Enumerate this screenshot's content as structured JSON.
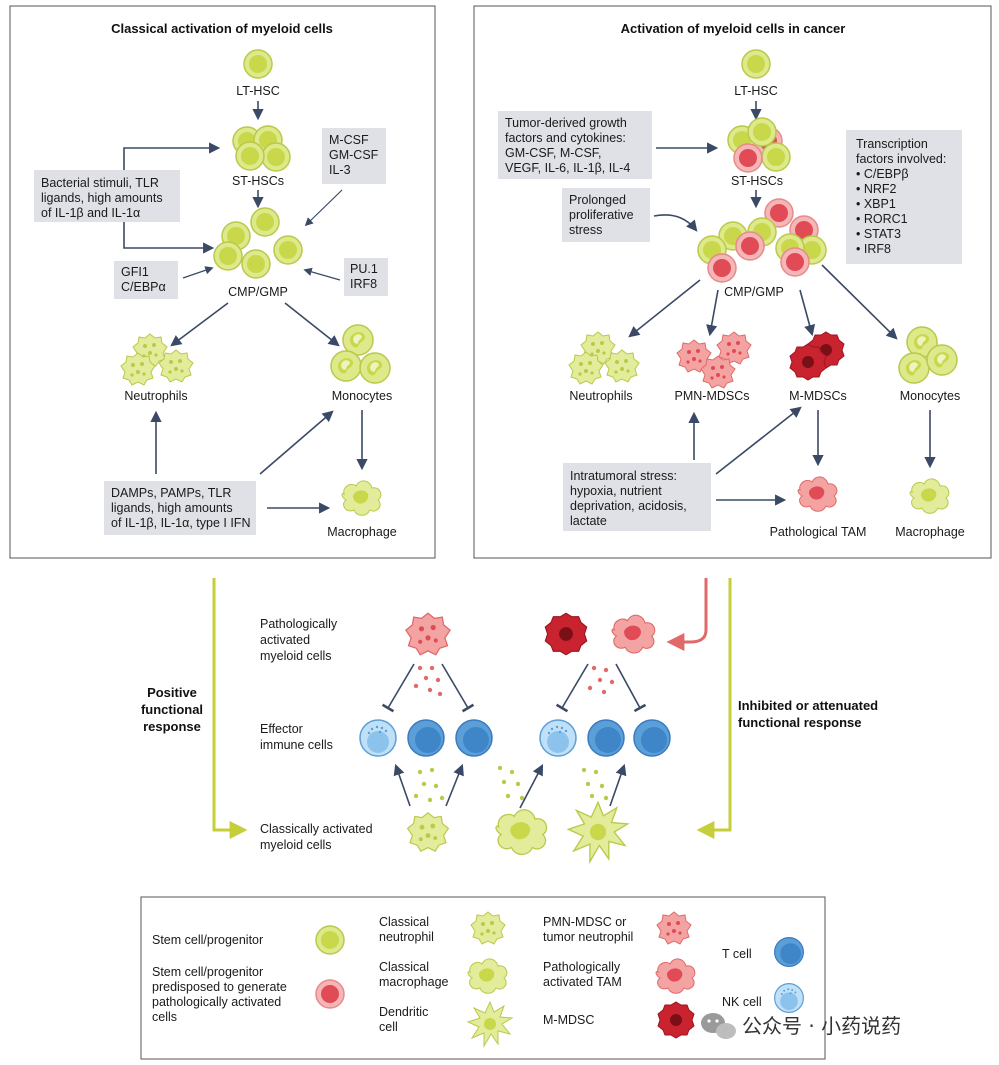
{
  "left_panel": {
    "title": "Classical activation of myeloid cells",
    "lt_hsc": "LT-HSC",
    "st_hscs": "ST-HSCs",
    "cmp_gmp": "CMP/GMP",
    "neutrophils": "Neutrophils",
    "monocytes": "Monocytes",
    "macrophage": "Macrophage",
    "box_bacterial": [
      "Bacterial stimuli, TLR",
      "ligands, high amounts",
      "of IL-1β and IL-1α"
    ],
    "box_csf": [
      "M-CSF",
      "GM-CSF",
      "IL-3"
    ],
    "box_gfi": [
      "GFI1",
      "C/EBPα"
    ],
    "box_pu1": [
      "PU.1",
      "IRF8"
    ],
    "box_damps": [
      "DAMPs, PAMPs, TLR",
      "ligands, high amounts",
      "of IL-1β, IL-1α, type I IFN"
    ]
  },
  "right_panel": {
    "title": "Activation of myeloid cells in cancer",
    "lt_hsc": "LT-HSC",
    "st_hscs": "ST-HSCs",
    "cmp_gmp": "CMP/GMP",
    "neutrophils": "Neutrophils",
    "pmn_mdscs": "PMN-MDSCs",
    "m_mdscs": "M-MDSCs",
    "monocytes": "Monocytes",
    "pathological_tam": "Pathological TAM",
    "macrophage": "Macrophage",
    "box_tumor": [
      "Tumor-derived growth",
      "factors and cytokines:",
      "GM-CSF, M-CSF,",
      "VEGF, IL-6, IL-1β, IL-4"
    ],
    "box_prolonged": [
      "Prolonged",
      "proliferative",
      "stress"
    ],
    "box_tf": [
      "Transcription",
      "factors involved:",
      "• C/EBPβ",
      "• NRF2",
      "• XBP1",
      "• RORC1",
      "• STAT3",
      "• IRF8"
    ],
    "box_intratumoral": [
      "Intratumoral stress:",
      "hypoxia, nutrient",
      "deprivation, acidosis,",
      "lactate"
    ]
  },
  "middle": {
    "pathologically_activated": [
      "Pathologically",
      "activated",
      "myeloid cells"
    ],
    "effector": [
      "Effector",
      "immune cells"
    ],
    "classically_activated": [
      "Classically activated",
      "myeloid cells"
    ],
    "positive": [
      "Positive",
      "functional",
      "response"
    ],
    "inhibited": [
      "Inhibited or attenuated",
      "functional response"
    ]
  },
  "legend": {
    "stem": "Stem cell/progenitor",
    "stem_predisposed": [
      "Stem cell/progenitor",
      "predisposed to generate",
      "pathologically activated",
      "cells"
    ],
    "classical_neutrophil": [
      "Classical",
      "neutrophil"
    ],
    "classical_macrophage": [
      "Classical",
      "macrophage"
    ],
    "dendritic": [
      "Dendritic",
      "cell"
    ],
    "pmn_mdsc": [
      "PMN-MDSC or",
      "tumor neutrophil"
    ],
    "pathological_tam": [
      "Pathologically",
      "activated TAM"
    ],
    "m_mdsc": "M-MDSC",
    "t_cell": "T cell",
    "nk_cell": "NK cell"
  },
  "watermark": "公众号 · 小药说药",
  "colors": {
    "yellow_cell": "#dde98a",
    "yellow_core": "#c8d84a",
    "red_cell": "#f4a3a3",
    "red_core": "#e04b55",
    "dark_red": "#c9232f",
    "blue_cell": "#5b9fd9",
    "blue_light": "#a9d2f0",
    "arrow": "#3a4a66",
    "box": "#dfe1e6",
    "yellow_arrow": "#c5cf3a",
    "red_arrow": "#e06a6a"
  }
}
